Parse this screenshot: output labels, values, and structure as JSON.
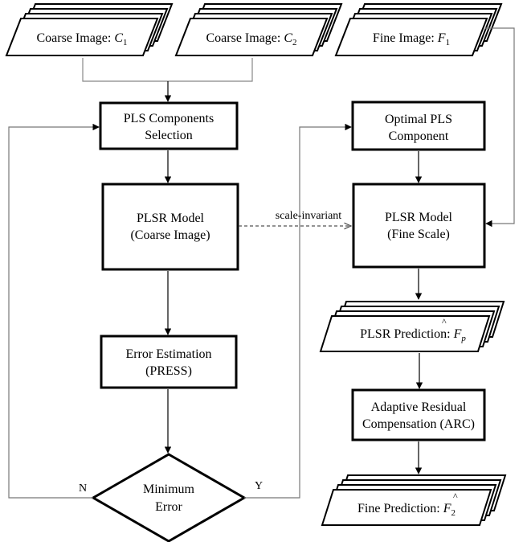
{
  "inputs": {
    "coarse1": {
      "text": "Coarse Image: ",
      "var": "C",
      "sub": "1"
    },
    "coarse2": {
      "text": "Coarse Image: ",
      "var": "C",
      "sub": "2"
    },
    "fine1": {
      "text": "Fine Image: ",
      "var": "F",
      "sub": "1"
    }
  },
  "boxes": {
    "pls_selection": [
      "PLS Components",
      "Selection"
    ],
    "plsr_coarse": [
      "PLSR Model",
      "(Coarse Image)"
    ],
    "error_est": [
      "Error Estimation",
      "(PRESS)"
    ],
    "optimal_pls": [
      "Optimal PLS",
      "Component"
    ],
    "plsr_fine": [
      "PLSR Model",
      "(Fine Scale)"
    ],
    "arc": [
      "Adaptive Residual",
      "Compensation (ARC)"
    ]
  },
  "decision": {
    "lines": [
      "Minimum",
      "Error"
    ],
    "no": "N",
    "yes": "Y"
  },
  "edge_label": "scale-invariant",
  "outputs": {
    "plsr_pred": {
      "text": "PLSR Prediction: ",
      "var": "F",
      "hat": "^",
      "sub": "p"
    },
    "fine_pred": {
      "text": "Fine Prediction: ",
      "var": "F",
      "hat": "^",
      "sub": "2"
    }
  }
}
